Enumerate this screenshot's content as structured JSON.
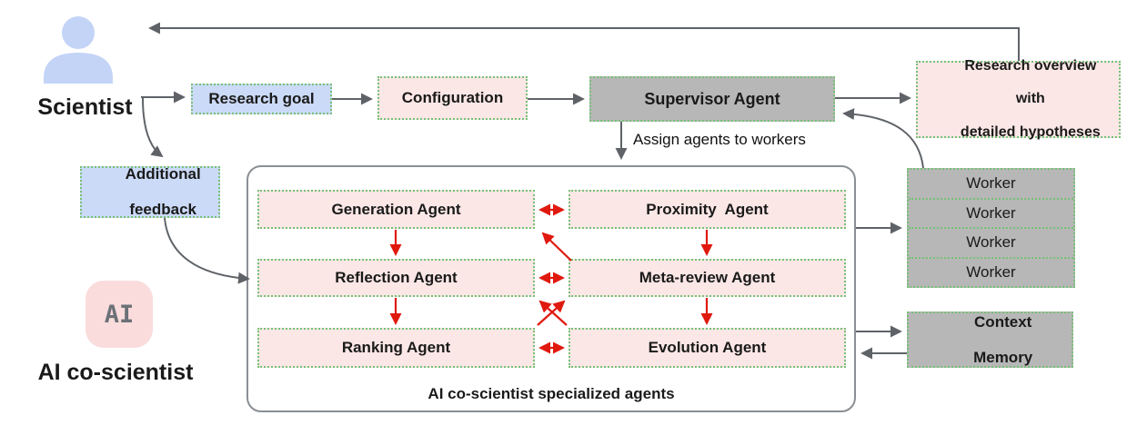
{
  "palette": {
    "blue_fill": "#CBDAF7",
    "pink_fill": "#FBE7E6",
    "ai_icon_pink": "#FADCDC",
    "gray_fill": "#B7B7B7",
    "dotted_border_green": "#76C176",
    "gray_arrow": "#5F6368",
    "red_arrow": "#E0190F",
    "person_icon_blue": "#C3D4F7"
  },
  "actors": {
    "scientist_label": "Scientist",
    "ai_icon_text": "AI",
    "ai_label": "AI co-scientist"
  },
  "nodes": {
    "research_goal": "Research goal",
    "configuration": "Configuration",
    "supervisor": "Supervisor Agent",
    "research_overview": {
      "line1": "Research overview",
      "line2": "with",
      "line3": "detailed hypotheses"
    },
    "additional_feedback": {
      "line1": "Additional",
      "line2": "feedback"
    },
    "context_memory": {
      "line1": "Context",
      "line2": "Memory"
    },
    "workers": [
      "Worker",
      "Worker",
      "Worker",
      "Worker"
    ]
  },
  "agents": {
    "generation": "Generation Agent",
    "proximity": "Proximity  Agent",
    "reflection": "Reflection Agent",
    "meta_review": "Meta-review Agent",
    "ranking": "Ranking Agent",
    "evolution": "Evolution Agent",
    "caption": "AI co-scientist specialized agents"
  },
  "labels": {
    "assign_agents": "Assign agents to workers"
  }
}
